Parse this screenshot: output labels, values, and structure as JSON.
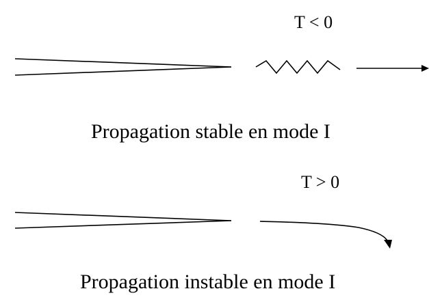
{
  "diagram": {
    "panels": [
      {
        "id": "stable",
        "condition_label": "T < 0",
        "caption": "Propagation stable en mode I",
        "path_shape": "zigzag-then-straight-arrow"
      },
      {
        "id": "unstable",
        "condition_label": "T > 0",
        "caption": "Propagation instable en mode I",
        "path_shape": "curved-arrow-downward"
      }
    ],
    "colors": {
      "stroke": "#000000",
      "background": "#ffffff"
    }
  }
}
